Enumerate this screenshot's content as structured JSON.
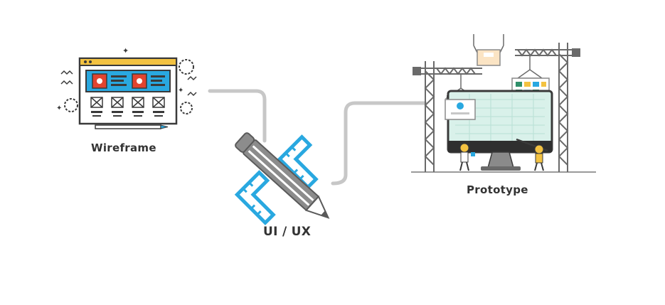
{
  "labels": {
    "wireframe": "Wireframe",
    "uiux": "UI / UX",
    "prototype": "Prototype"
  },
  "colors": {
    "accent_blue": "#29a8e0",
    "accent_red": "#e2442f",
    "connector_gray": "#c7c7c7",
    "pencil_gray": "#8c8c8c",
    "outline_dark": "#3a3a3a",
    "screen_mint": "#d9f1ea",
    "worker_yellow": "#f3c241"
  },
  "icons": {
    "wireframe": "wireframe-browser-icon",
    "uiux": "pencil-ruler-icon",
    "prototype": "construction-monitor-icon"
  }
}
